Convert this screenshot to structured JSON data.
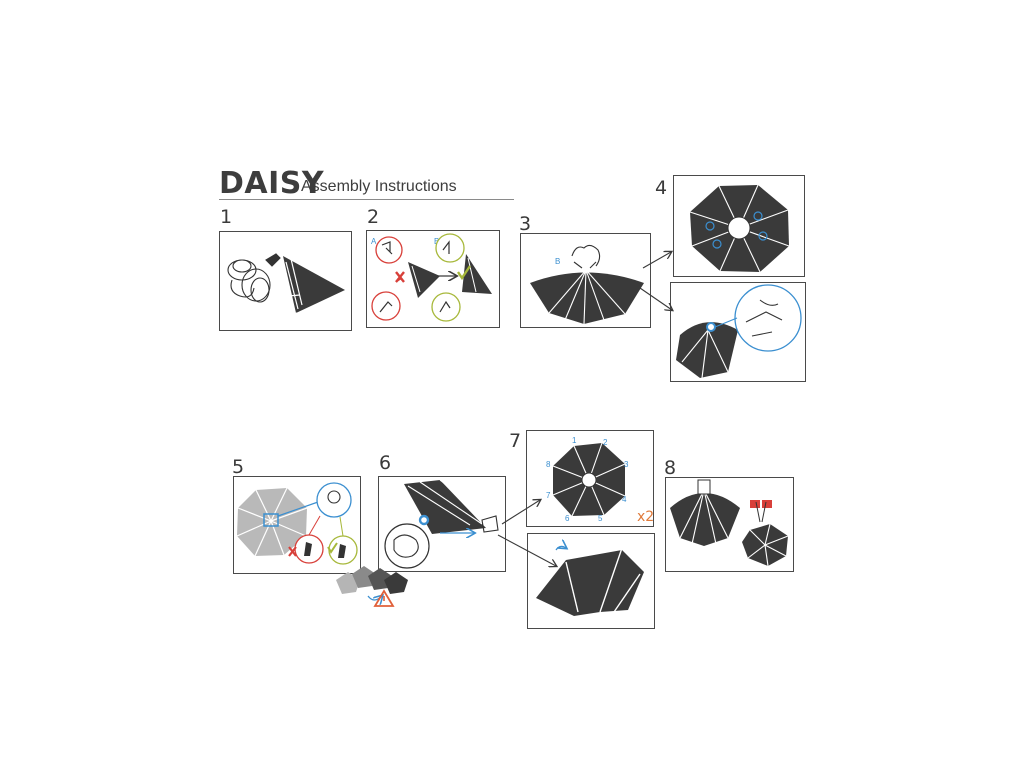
{
  "header": {
    "brand": "DAISY",
    "subtitle": "Assembly Instructions"
  },
  "steps": [
    {
      "number": "1"
    },
    {
      "number": "2",
      "callouts": [
        "A",
        "B"
      ]
    },
    {
      "number": "3",
      "callouts": [
        "B"
      ]
    },
    {
      "number": "4"
    },
    {
      "number": "5"
    },
    {
      "number": "6"
    },
    {
      "number": "7",
      "spoke_order": [
        "1",
        "2",
        "3",
        "4",
        "5",
        "6",
        "7",
        "8"
      ],
      "multiplier": "x2"
    },
    {
      "number": "8"
    }
  ],
  "colors": {
    "fabric": "#3a3a3a",
    "fabric_light": "#b9b9b9",
    "outline": "#4a4a4a",
    "accent_blue": "#3b8fd0",
    "accent_red": "#d8403a",
    "accent_green": "#a7b83a",
    "accent_orange": "#e07a3a"
  },
  "icons": [
    "warning-triangle-icon",
    "rotate-arrow-icon",
    "wrong-cross-icon",
    "correct-check-icon"
  ]
}
